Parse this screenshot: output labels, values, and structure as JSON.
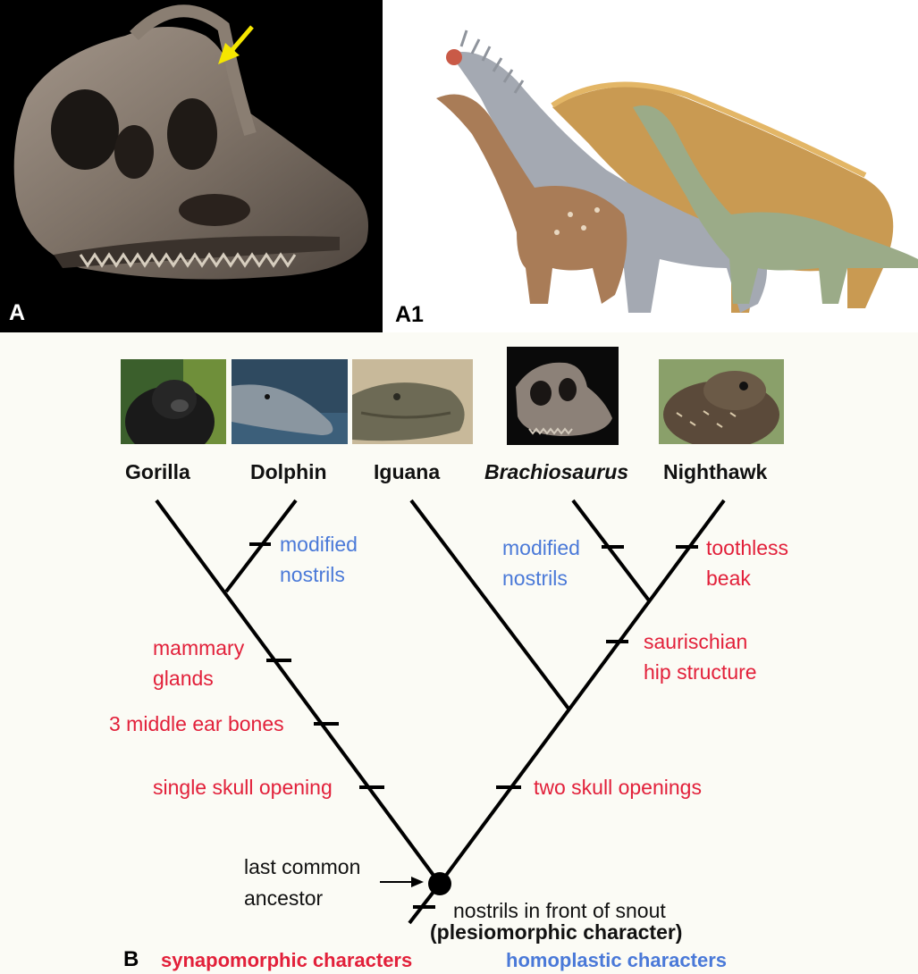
{
  "panels": {
    "a_label": "A",
    "a1_label": "A1",
    "b_label": "B"
  },
  "taxa": [
    "Gorilla",
    "Dolphin",
    "Iguana",
    "Brachiosaurus",
    "Nighthawk"
  ],
  "characters": {
    "dolphin_nostrils": [
      "modified",
      "nostrils"
    ],
    "brachio_nostrils": [
      "modified",
      "nostrils"
    ],
    "toothless_beak": [
      "toothless",
      "beak"
    ],
    "saurischian_hip": [
      "saurischian",
      "hip structure"
    ],
    "mammary_glands": [
      "mammary",
      "glands"
    ],
    "ear_bones": "3 middle ear bones",
    "single_skull": "single skull opening",
    "two_skull": "two skull openings",
    "last_common_ancestor": [
      "last common",
      "ancestor"
    ],
    "nostrils_front": "nostrils in front of snout",
    "plesiomorphic": "(plesiomorphic character)"
  },
  "legend": {
    "synapomorphic": "synapomorphic characters",
    "homoplastic": "homoplastic characters"
  },
  "colors": {
    "synapomorphic": "#e2203a",
    "homoplastic": "#4a79d8",
    "arrow": "#f5e600"
  }
}
